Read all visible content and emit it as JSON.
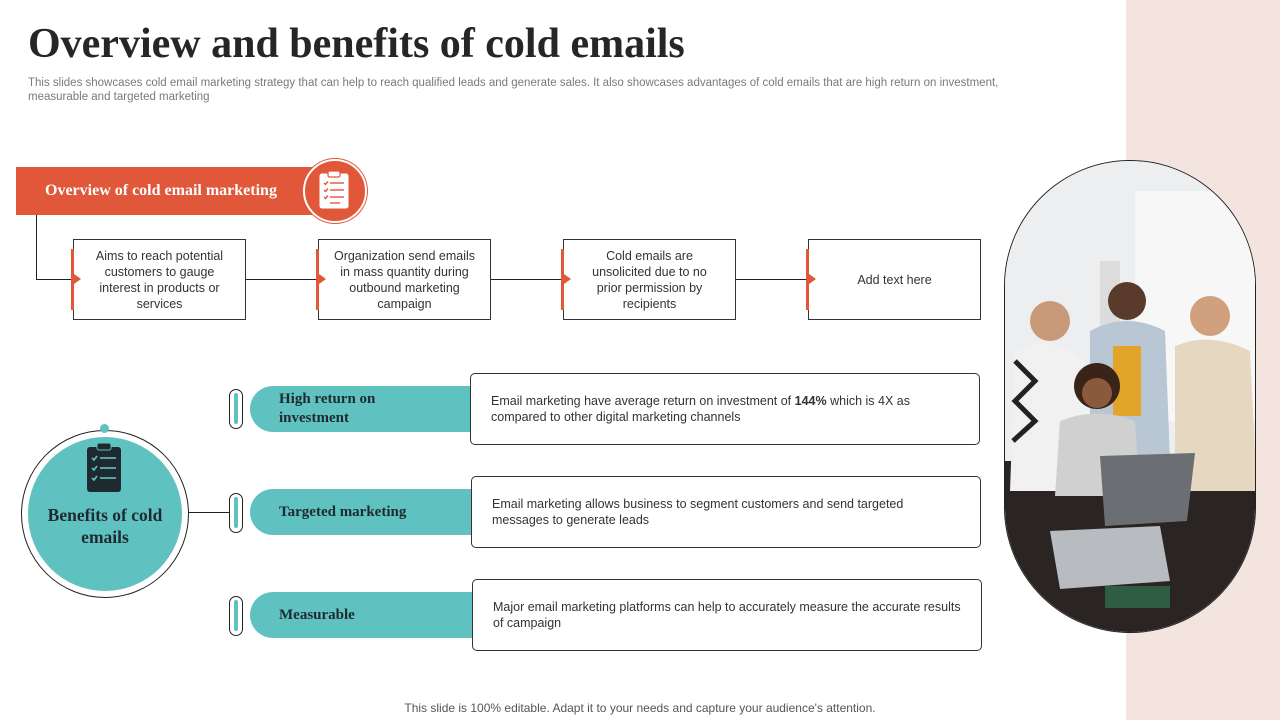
{
  "title": "Overview and benefits of cold emails",
  "subtitle": "This slides showcases cold email marketing strategy that can help to reach qualified leads and generate sales. It also showcases advantages of cold emails that are high return on investment, measurable and targeted marketing",
  "overview": {
    "header": "Overview of cold email marketing",
    "icon": "clipboard-icon",
    "steps": [
      "Aims to reach potential customers to gauge interest in products or services",
      "Organization send emails in mass quantity during outbound marketing campaign",
      "Cold emails are unsolicited due to no prior permission by recipients",
      "Add text here"
    ]
  },
  "benefits": {
    "title": "Benefits of cold emails",
    "icon": "checklist-icon",
    "items": [
      {
        "label": "High return on investment",
        "text_before": "Email marketing have average  return on investment of ",
        "highlight": "144%",
        "text_after": " which is 4X as compared to other digital marketing channels"
      },
      {
        "label": "Targeted marketing",
        "text_before": "Email marketing allows business to segment customers and send targeted messages to generate leads",
        "highlight": "",
        "text_after": ""
      },
      {
        "label": "Measurable",
        "text_before": "Major email marketing platforms can help to accurately measure the accurate results of campaign",
        "highlight": "",
        "text_after": ""
      }
    ]
  },
  "footer": "This slide is 100% editable. Adapt it to your needs and capture your audience's attention.",
  "colors": {
    "accent_orange": "#e1573a",
    "accent_teal": "#5fc2c0",
    "side_band": "#f3e4df"
  }
}
